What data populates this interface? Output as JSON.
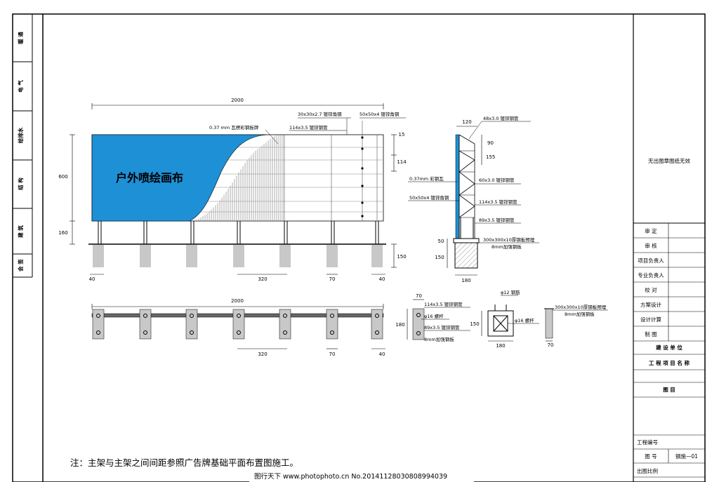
{
  "left_strip": [
    "暖 通",
    "电 气",
    "给排水",
    "结 构",
    "建 筑",
    "会 签"
  ],
  "colors": {
    "sign_blue": "#1e90d6",
    "hatch": "#cccccc",
    "foundation": "#c8c8c8"
  },
  "front_view": {
    "sign_text": "户外喷绘画布",
    "dim_width": "2000",
    "dim_height": "600",
    "dim_leg": "160",
    "dim_base": "150",
    "dim_spacing": "320",
    "dim_70": "70",
    "dim_40_left": "40",
    "dim_40_right": "40",
    "dim_15": "15",
    "dim_114": "114",
    "label_plate": "0.37 mm 瓦楞彩钢板牌",
    "label_tube": "114x3.5 镀锌钢管",
    "label_angle1": "30x30x2.7 镀锌角钢",
    "label_angle2": "50x50x4 镀锌角钢"
  },
  "side_view": {
    "dim_120": "120",
    "dim_90": "90",
    "dim_155": "155",
    "dim_50": "50",
    "dim_150": "150",
    "dim_180": "180",
    "label_48": "48x3.0 镀锌钢管",
    "label_color": "0.37mm 彩钢瓦",
    "label_60": "60x3.0 镀锌钢管",
    "label_angle": "50x50x4 镀锌角钢",
    "label_114": "114x3.5 镀锌钢管",
    "label_89": "89x3.5 镀锌钢管",
    "label_plate": "300x300x10厚钢板预埋",
    "label_plate2": "8mm加强钢板"
  },
  "plan_view": {
    "dim_width": "2000",
    "dim_spacing": "320",
    "dim_70": "70",
    "dim_40": "40"
  },
  "detail_a": {
    "dim_70": "70",
    "dim_180": "180",
    "label_114": "114x3.5 镀锌钢管",
    "label_bolt": "φ16 螺杆",
    "label_89": "89x3.5 镀锌钢管",
    "label_plate": "8mm加强钢板"
  },
  "detail_b": {
    "label_rebar": "φ12 钢筋",
    "label_bolt": "φ16 螺杆",
    "dim_150": "150",
    "dim_180": "180"
  },
  "detail_c": {
    "label_plate": "300x300x10厚钢板预埋",
    "label_plate2": "8mm加强钢板",
    "dim_70": "70"
  },
  "note": "注：主架与主架之间间距参照广告牌基础平面布置图施工。",
  "title_block": {
    "warning": "无出图章图纸无效",
    "rows": [
      "审 定",
      "审 核",
      "项目负责人",
      "专业负责人",
      "校 对",
      "方案设计",
      "设计计算",
      "制 图"
    ],
    "owner": "建 设 单 位",
    "project": "工 程 项 目 名 称",
    "drawing": "图 目",
    "project_no": "工程编号",
    "drawing_no_label": "图 号",
    "drawing_no": "钢施—01",
    "scale": "出图比例"
  },
  "watermark": "图行天下  www.photophoto.cn  No.20141128030808994039"
}
